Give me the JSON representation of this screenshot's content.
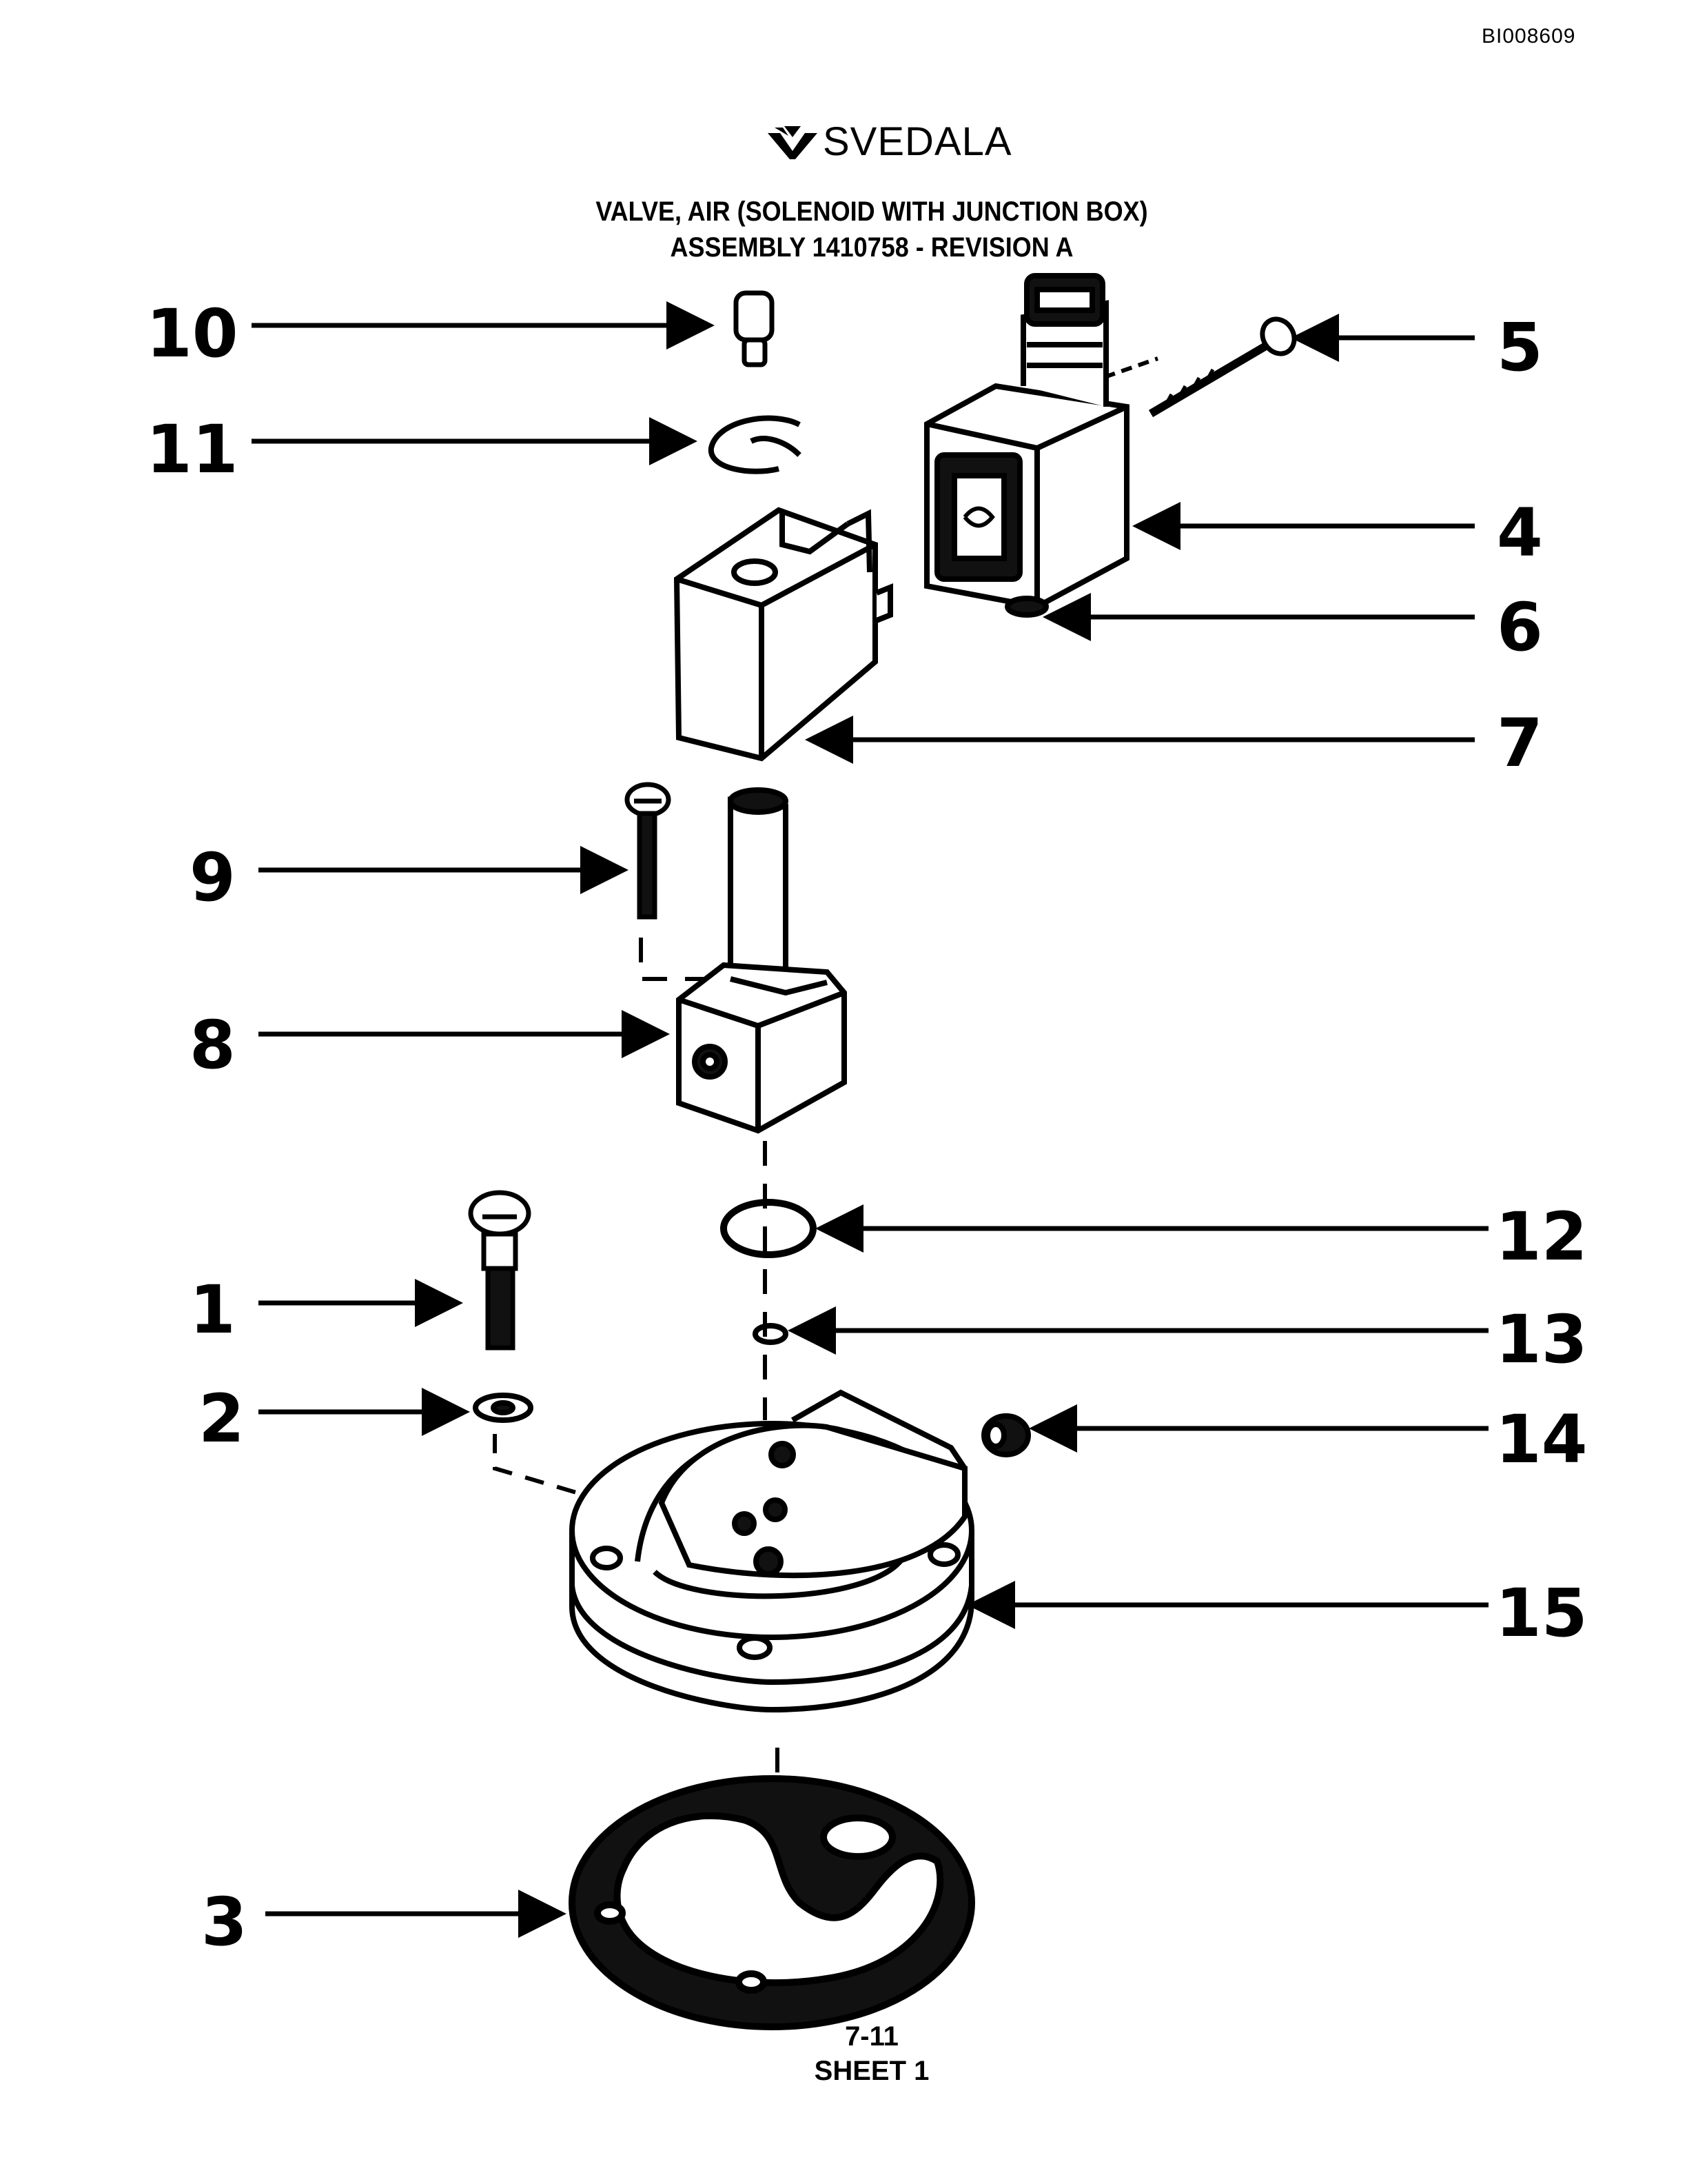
{
  "document": {
    "doc_id": "BI008609",
    "brand": "SVEDALA",
    "title_line1": "VALVE, AIR (SOLENOID WITH JUNCTION BOX)",
    "title_line2": "ASSEMBLY 1410758 - REVISION A",
    "page_number": "7-11",
    "sheet": "SHEET 1"
  },
  "callouts": {
    "c1": "1",
    "c2": "2",
    "c3": "3",
    "c4": "4",
    "c5": "5",
    "c6": "6",
    "c7": "7",
    "c8": "8",
    "c9": "9",
    "c10": "10",
    "c11": "11",
    "c12": "12",
    "c13": "13",
    "c14": "14",
    "c15": "15"
  }
}
